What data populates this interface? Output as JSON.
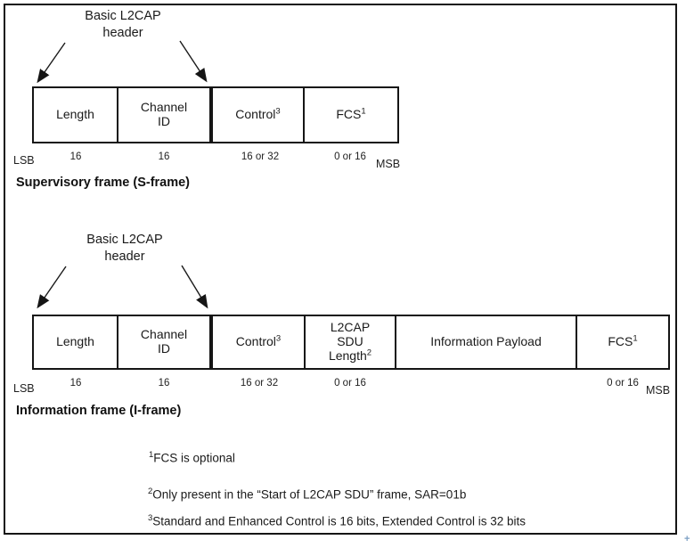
{
  "sframe": {
    "callout": {
      "line1": "Basic L2CAP",
      "line2": "header"
    },
    "cells": [
      {
        "l1": "Length"
      },
      {
        "l1": "Channel",
        "l2": "ID"
      },
      {
        "l1": "Control",
        "sup": "3"
      },
      {
        "l1": "FCS",
        "sup": "1"
      }
    ],
    "lsb": "LSB",
    "msb": "MSB",
    "bits": [
      "16",
      "16",
      "16 or 32",
      "0 or 16"
    ],
    "title": "Supervisory frame (S-frame)"
  },
  "iframe_section": {
    "callout": {
      "line1": "Basic L2CAP",
      "line2": "header"
    },
    "cells": [
      {
        "l1": "Length"
      },
      {
        "l1": "Channel",
        "l2": "ID"
      },
      {
        "l1": "Control",
        "sup": "3"
      },
      {
        "l1": "L2CAP",
        "l2": "SDU",
        "l3": "Length",
        "sup": "2"
      },
      {
        "l1": "Information Payload"
      },
      {
        "l1": "FCS",
        "sup": "1"
      }
    ],
    "lsb": "LSB",
    "msb": "MSB",
    "bits": [
      "16",
      "16",
      "16 or 32",
      "0 or 16",
      "0 or 16"
    ],
    "title": "Information frame (I-frame)"
  },
  "footnotes": [
    {
      "sup": "1",
      "text": "FCS is optional"
    },
    {
      "sup": "2",
      "text": "Only present in the “Start of L2CAP SDU” frame, SAR=01b"
    },
    {
      "sup": "3",
      "text": "Standard and Enhanced Control is 16 bits, Extended Control is 32 bits"
    }
  ],
  "artifact_mark": "+"
}
